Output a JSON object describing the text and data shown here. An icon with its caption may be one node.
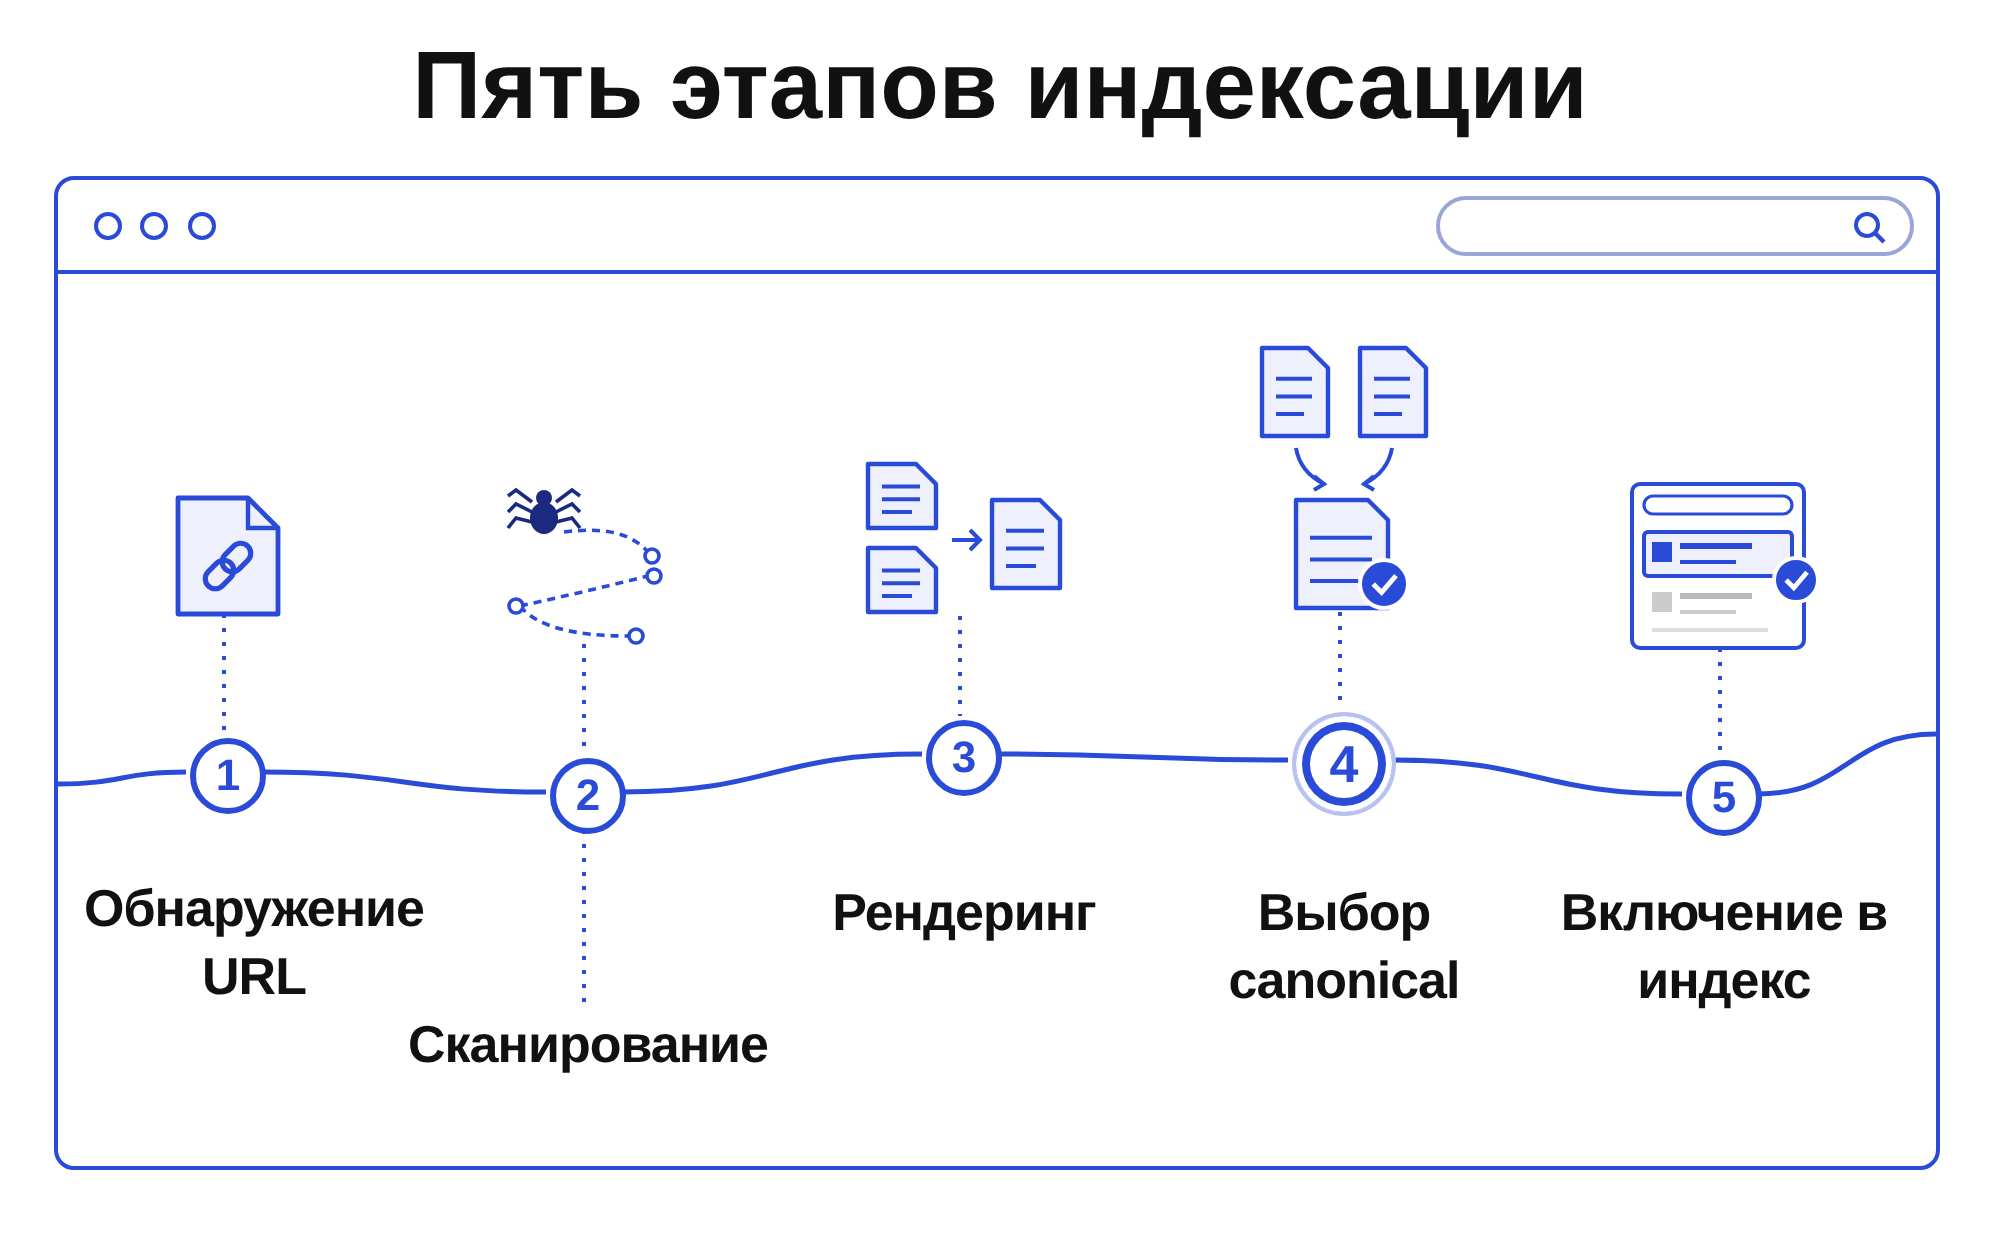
{
  "diagram": {
    "title": "Пять этапов индексации",
    "nodes": [
      {
        "text": [],
        "shape": "box"
      },
      {
        "text": [
          "1"
        ],
        "in": 0
      },
      {
        "text": [
          "2"
        ],
        "in": 0
      },
      {
        "text": [
          "3"
        ],
        "in": 0
      },
      {
        "text": [
          "4"
        ],
        "in": 0
      },
      {
        "text": [
          "5"
        ],
        "in": 0
      },
      {
        "text": [],
        "shape": "document",
        "in": 0
      },
      {
        "text": [],
        "shape": "spider",
        "in": 0
      },
      {
        "text": [],
        "shape": "documents",
        "in": 0
      },
      {
        "text": [],
        "shape": "documents",
        "in": 0
      },
      {
        "text": [],
        "shape": "window",
        "in": 0
      },
      {
        "text": [
          "Обнаружение URL"
        ],
        "in": 0
      },
      {
        "text": [
          "Сканирование"
        ],
        "in": 0
      },
      {
        "text": [
          "Рендеринг"
        ],
        "in": 0
      },
      {
        "text": [
          "Выбор canonical"
        ],
        "in": 0
      },
      {
        "text": [
          "Включение в индекс"
        ],
        "in": 0
      }
    ],
    "edges": [
      {
        "from": null,
        "to": 1,
        "arrow": "none"
      },
      {
        "from": 1,
        "to": 2,
        "arrow": "none"
      },
      {
        "from": 2,
        "to": 3,
        "arrow": "none"
      },
      {
        "from": 3,
        "to": 4,
        "arrow": "none"
      },
      {
        "from": 4,
        "to": 5,
        "arrow": "none"
      },
      {
        "from": 5,
        "to": null,
        "arrow": "none"
      },
      {
        "from": 6,
        "to": 1,
        "arrow": "none",
        "style": "dashed"
      },
      {
        "from": 7,
        "to": 2,
        "arrow": "none",
        "style": "dashed"
      },
      {
        "from": 2,
        "to": 12,
        "arrow": "none",
        "style": "dashed"
      },
      {
        "from": 8,
        "to": 3,
        "arrow": "none",
        "style": "dashed"
      },
      {
        "from": 9,
        "to": 4,
        "arrow": "none",
        "style": "dashed"
      },
      {
        "from": 10,
        "to": 5,
        "arrow": "none",
        "style": "dashed"
      }
    ]
  }
}
